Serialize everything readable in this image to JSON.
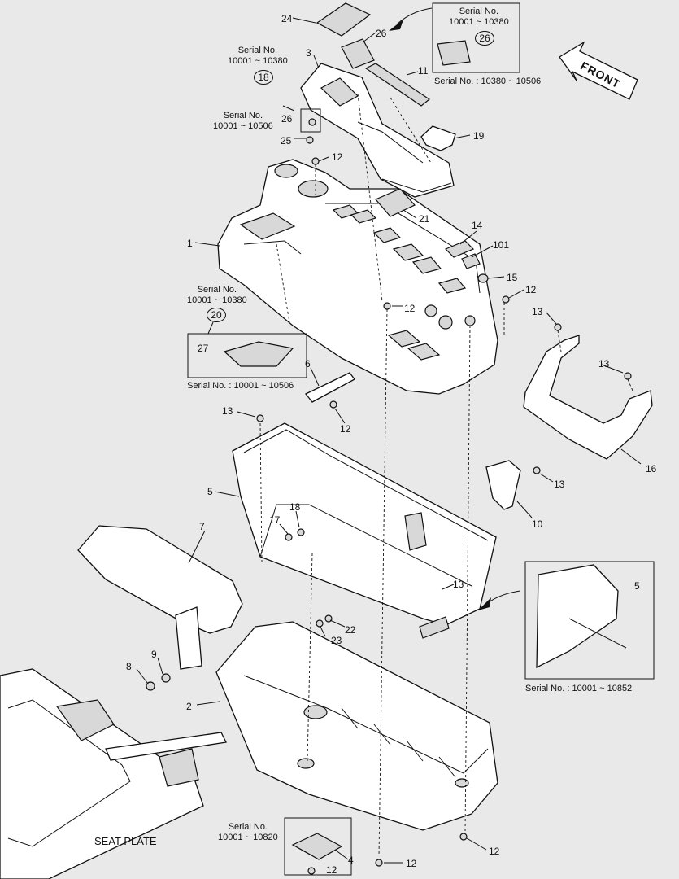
{
  "callouts": {
    "n24": "24",
    "n26a": "26",
    "n3": "3",
    "n11": "11",
    "n19": "19",
    "n26b": "26",
    "n25": "25",
    "n12a": "12",
    "n21": "21",
    "n1": "1",
    "n14": "14",
    "n101": "101",
    "n15": "15",
    "n12b": "12",
    "n12c": "12",
    "n13a": "13",
    "n13b": "13",
    "n6": "6",
    "n12d": "12",
    "n13c": "13",
    "n27": "27",
    "n5a": "5",
    "n16": "16",
    "n13d": "13",
    "n10": "10",
    "n17": "17",
    "n18": "18",
    "n7": "7",
    "n13e": "13",
    "n5b": "5",
    "n22": "22",
    "n23": "23",
    "n9": "9",
    "n8": "8",
    "n2": "2",
    "n4": "4",
    "n12e": "12",
    "n12f": "12",
    "n12g": "12"
  },
  "serial_notes": {
    "top_box_line1": "Serial No.",
    "top_box_line2": "10001 ~ 10380",
    "top_box_circled": "26",
    "top_box_footer": "Serial No. : 10380 ~ 10506",
    "left_18_line1": "Serial No.",
    "left_18_line2": "10001 ~ 10380",
    "left_18_circled": "18",
    "left_26_line1": "Serial No.",
    "left_26_line2": "10001 ~ 10506",
    "left_20_line1": "Serial No.",
    "left_20_line2": "10001 ~ 10380",
    "left_20_circled": "20",
    "box27_footer": "Serial No. : 10001 ~ 10506",
    "box5_footer": "Serial No. : 10001 ~ 10852",
    "bottom_4_line1": "Serial No.",
    "bottom_4_line2": "10001 ~ 10820"
  },
  "labels": {
    "front": "FRONT",
    "seat_plate": "SEAT PLATE"
  }
}
